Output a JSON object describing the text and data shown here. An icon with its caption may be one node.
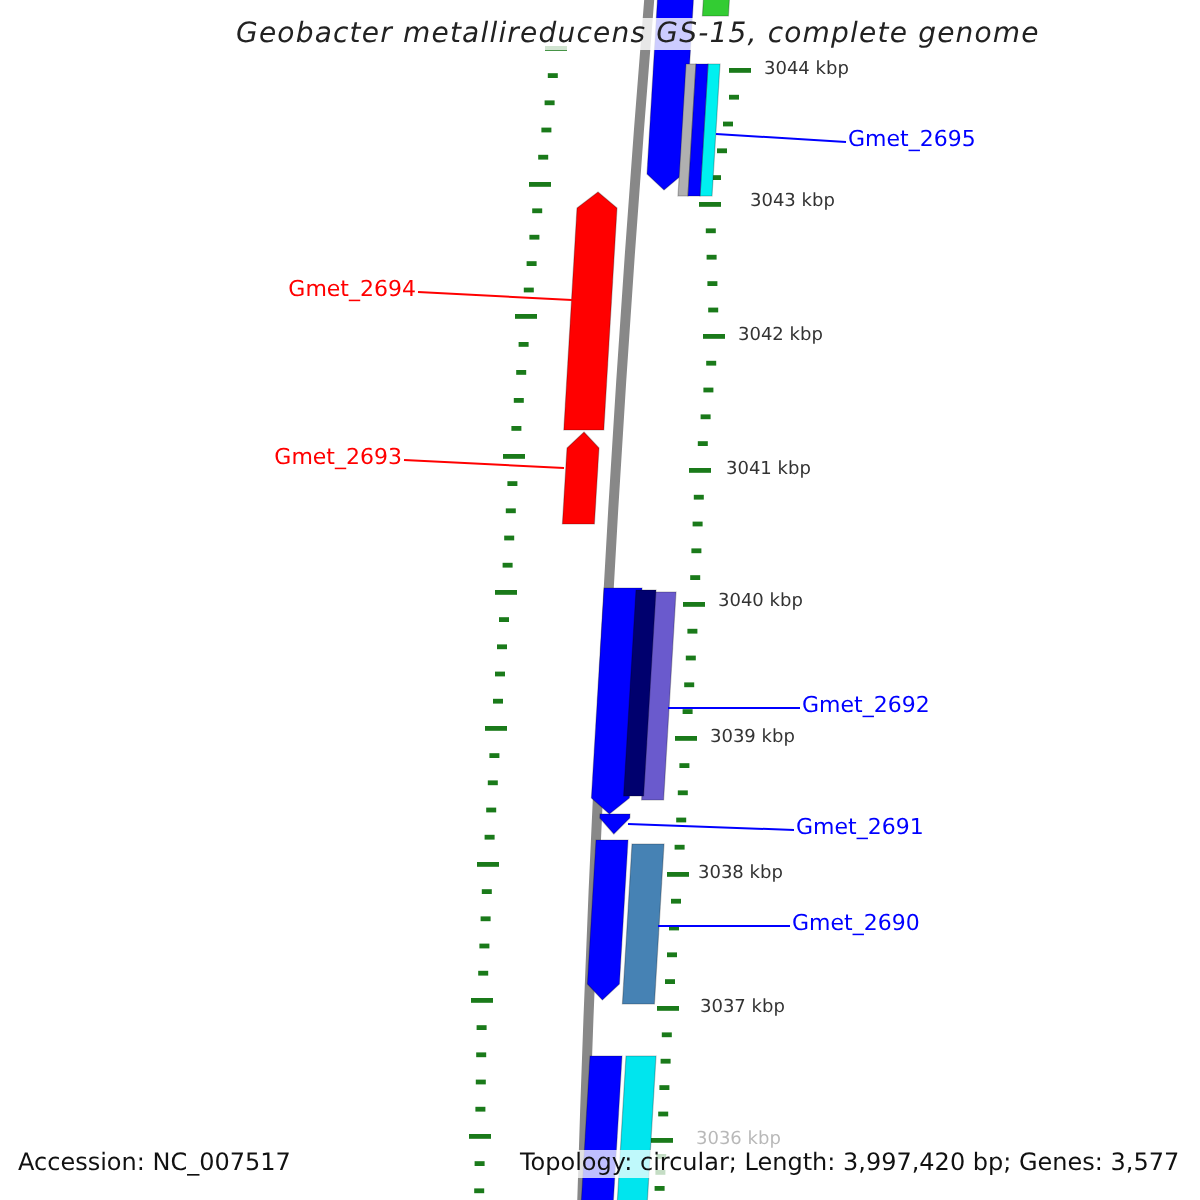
{
  "diagram": {
    "title": "Geobacter metallireducens GS-15, complete genome",
    "nodes": [
      {
        "text": [
          "Gmet_2695"
        ]
      },
      {
        "text": [
          "Gmet_2694"
        ]
      },
      {
        "text": [
          "Gmet_2693"
        ]
      },
      {
        "text": [
          "Gmet_2692"
        ]
      },
      {
        "text": [
          "Gmet_2691"
        ]
      },
      {
        "text": [
          "Gmet_2690"
        ]
      },
      {
        "text": [],
        "shape": "bar"
      },
      {
        "text": [],
        "shape": "bar"
      },
      {
        "text": [],
        "shape": "bar"
      },
      {
        "text": [],
        "shape": "bar"
      },
      {
        "text": [],
        "shape": "bar"
      },
      {
        "text": [],
        "shape": "bar"
      },
      {
        "text": [],
        "shape": "bar"
      },
      {
        "text": [],
        "shape": "bar"
      },
      {
        "text": [],
        "shape": "bar"
      },
      {
        "text": [],
        "shape": "bar"
      },
      {
        "text": [],
        "shape": "bar"
      },
      {
        "text": [],
        "shape": "bar"
      },
      {
        "text": [],
        "shape": "bar"
      },
      {
        "text": [],
        "shape": "bar"
      },
      {
        "text": [],
        "shape": "bar"
      }
    ],
    "edges": [
      {
        "from": 0,
        "to": 6,
        "arrow": "none"
      },
      {
        "from": 1,
        "to": 7,
        "arrow": "none",
        "color": "#ff0000"
      },
      {
        "from": 2,
        "to": 8,
        "arrow": "none",
        "color": "#ff0000"
      },
      {
        "from": 3,
        "to": 9,
        "arrow": "none"
      },
      {
        "from": 4,
        "to": 10,
        "arrow": "none"
      },
      {
        "from": 5,
        "to": 11,
        "arrow": "none"
      }
    ],
    "labels": [
      "3044 kbp",
      "3043 kbp",
      "3042 kbp",
      "3041 kbp",
      "3040 kbp",
      "3039 kbp",
      "3038 kbp",
      "3037 kbp",
      "3036 kbp",
      "Accession: NC_007517",
      "Topology: circular; Length: 3,997,420 bp; Genes: 3,577"
    ]
  }
}
